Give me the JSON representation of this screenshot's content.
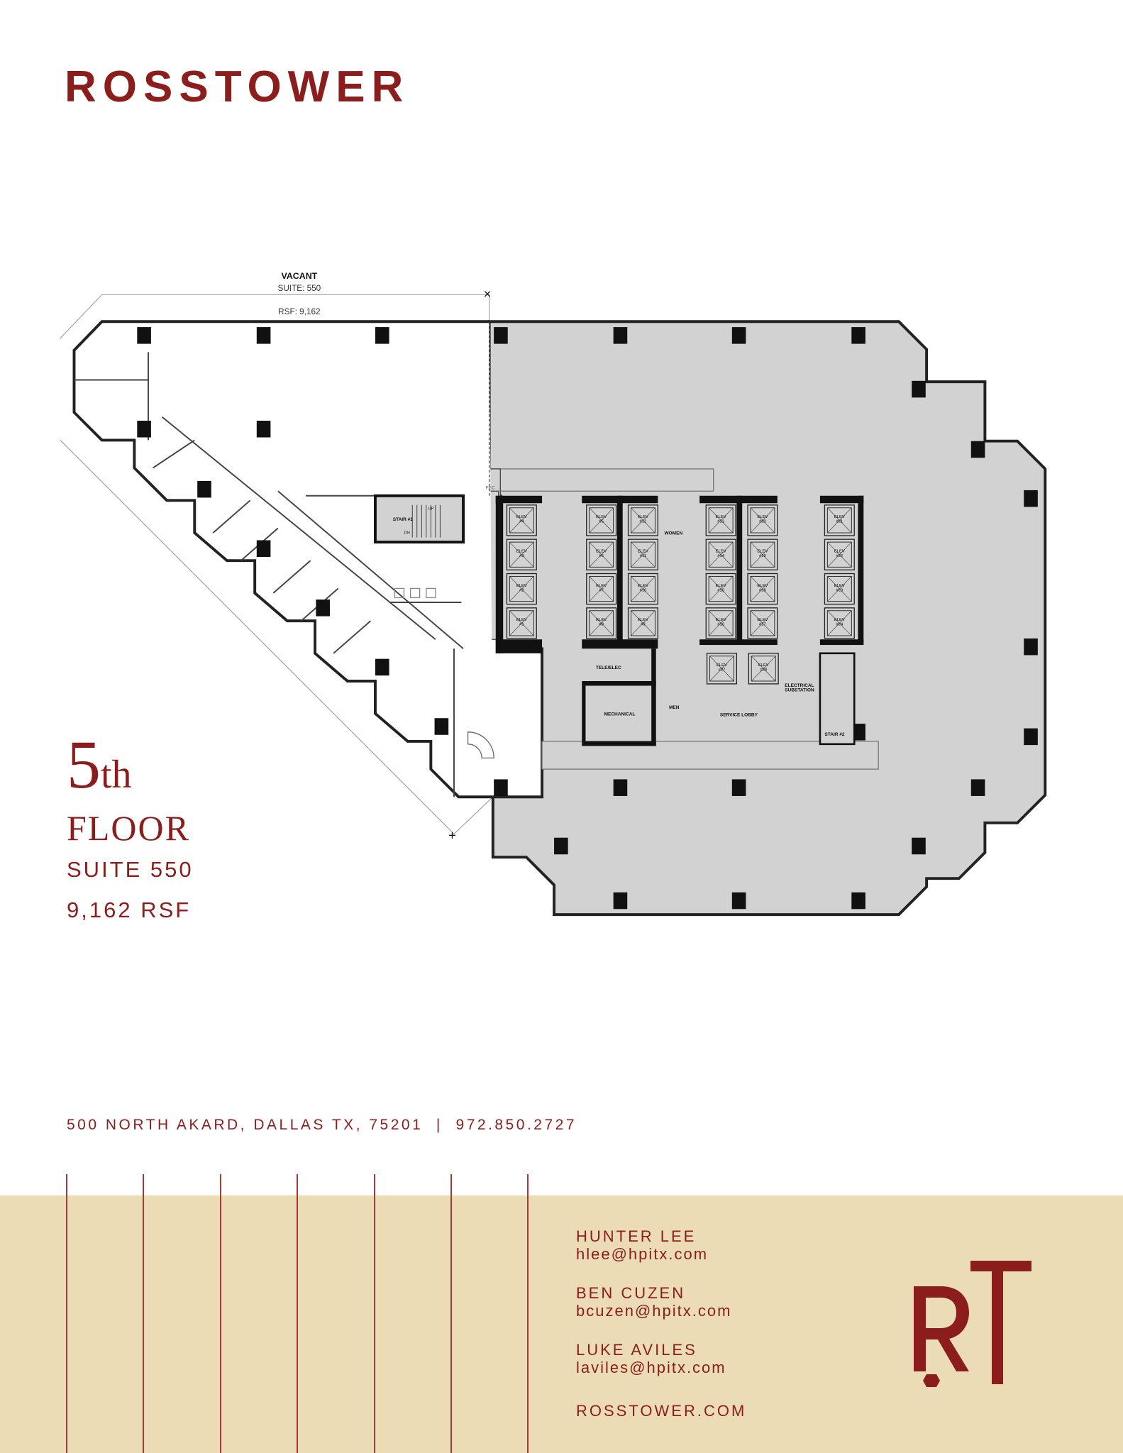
{
  "brand": {
    "logo_text": "ROSSTOWER",
    "monogram": "RT",
    "color": "#8b1d1d",
    "band_color": "#ecdcb6"
  },
  "floor": {
    "number": "5",
    "suffix": "th",
    "word": "FLOOR",
    "suite": "SUITE 550",
    "rsf": "9,162 RSF"
  },
  "plan": {
    "status": "VACANT",
    "suite_label": "SUITE: 550",
    "rsf_label": "RSF: 9,162",
    "elevators": [
      "ELEV #4",
      "ELEV #3",
      "ELEV #2",
      "ELEV #1",
      "ELEV #5",
      "ELEV #6",
      "ELEV #7",
      "ELEV #8",
      "ELEV #12",
      "ELEV #11",
      "ELEV #10",
      "ELEV #9",
      "ELEV #13",
      "ELEV #14",
      "ELEV #15",
      "ELEV #16",
      "ELEV #20",
      "ELEV #19",
      "ELEV #18",
      "ELEV #17",
      "ELEV #21",
      "ELEV #22",
      "ELEV #23",
      "ELEV #24",
      "ELEV #27",
      "ELEV #28"
    ],
    "rooms": {
      "women": "WOMEN",
      "men": "MEN",
      "tele_elec": "TELE/ELEC",
      "mechanical": "MECHANICAL",
      "service_lobby": "SERVICE LOBBY",
      "electrical_1": "ELECTRICAL",
      "electrical_2": "SUBSTATION",
      "stair1": "STAIR #1",
      "stair2": "STAIR #2",
      "fec": "FEC",
      "up": "UP",
      "dn": "DN"
    }
  },
  "address": "500 NORTH AKARD, DALLAS TX, 75201  |  972.850.2727",
  "contacts": [
    {
      "name": "HUNTER LEE",
      "email": "hlee@hpitx.com"
    },
    {
      "name": "BEN CUZEN",
      "email": "bcuzen@hpitx.com"
    },
    {
      "name": "LUKE AVILES",
      "email": "laviles@hpitx.com"
    }
  ],
  "website": "ROSSTOWER.COM"
}
